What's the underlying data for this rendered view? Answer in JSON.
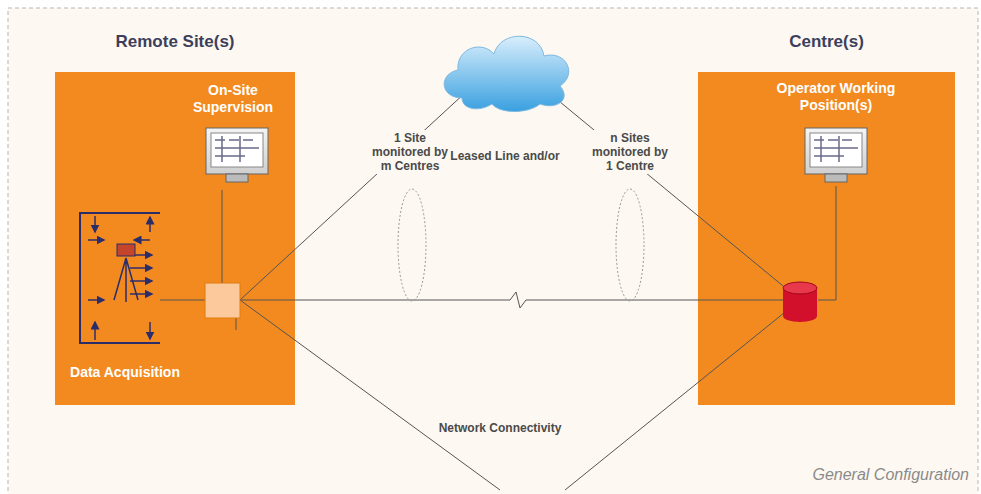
{
  "diagram": {
    "caption": "General Configuration",
    "nodes": [
      {
        "text": [
          "Remote Site(s)",
          "On-Site Supervision",
          "Data Acquisition"
        ]
      },
      {
        "text": [
          "Centre(s)",
          "Operator Working Position(s)"
        ]
      }
    ],
    "edges": [
      {
        "from": 0,
        "to": 1,
        "arrow": "none"
      }
    ],
    "labels": [
      "1 Site monitored by m Centres",
      "n Sites monitored by 1 Centre",
      "Leased Line and/or",
      "Network Connectivity"
    ]
  }
}
